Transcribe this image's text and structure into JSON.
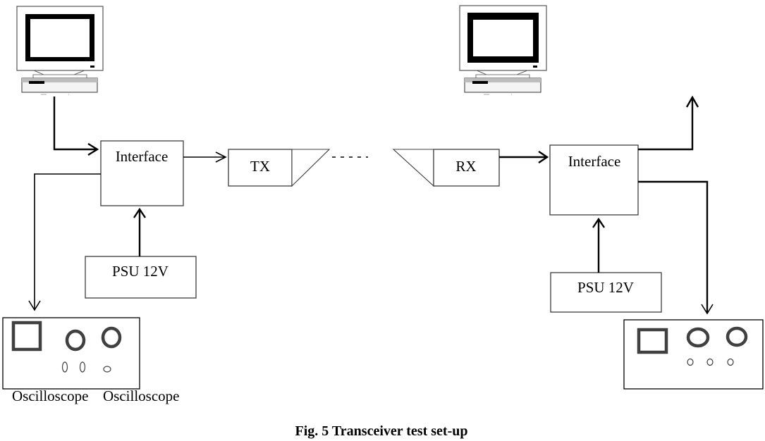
{
  "figure": {
    "caption": "Fig. 5 Transceiver test set-up"
  },
  "transmitter_side": {
    "computer_icon": "computer-icon",
    "interface_label": "Interface",
    "tx_label": "TX",
    "psu_label": "PSU 12V",
    "oscilloscope_labels": [
      "Oscilloscope",
      "Oscilloscope"
    ]
  },
  "receiver_side": {
    "computer_icon": "computer-icon",
    "interface_label": "Interface",
    "rx_label": "RX",
    "psu_label": "PSU 12V"
  },
  "link": {
    "style": "dashed",
    "label": "- - - -"
  },
  "colors": {
    "stroke": "#000000",
    "box_border": "#3c3c3c",
    "scope_controls": "#404040",
    "background": "#ffffff"
  }
}
